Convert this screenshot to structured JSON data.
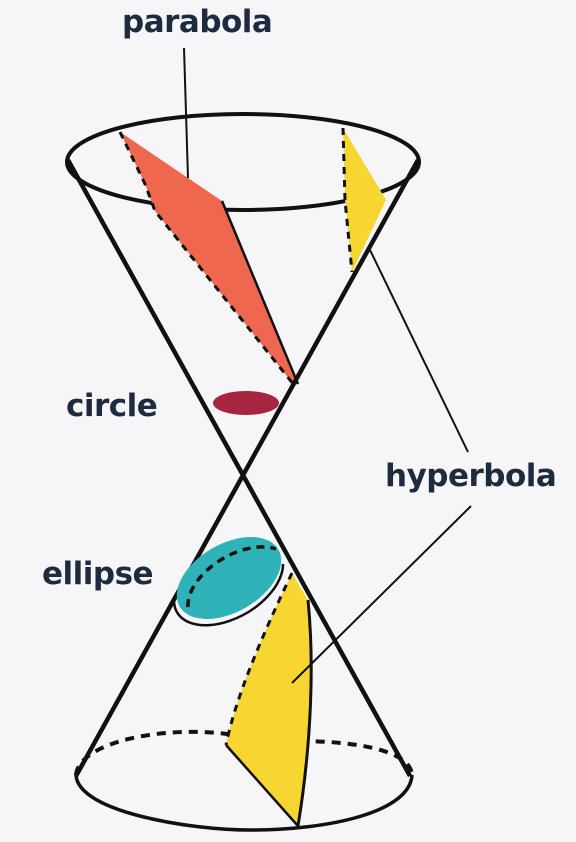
{
  "labels": {
    "parabola": "parabola",
    "circle": "circle",
    "hyperbola": "hyperbola",
    "ellipse": "ellipse"
  },
  "colors": {
    "background": "#f6f6f9",
    "outline": "#111111",
    "label": "#1e2a3e",
    "parabola_fill": "#f0674f",
    "circle_fill": "#a8253f",
    "ellipse_fill": "#2fb3b9",
    "hyperbola_fill": "#f7d632"
  }
}
